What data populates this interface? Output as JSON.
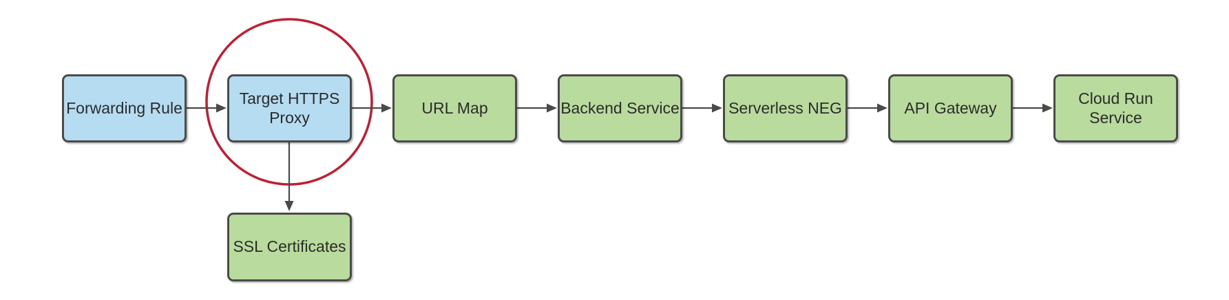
{
  "diagram": {
    "type": "flowchart",
    "nodes": [
      {
        "id": "forwarding-rule",
        "label": "Forwarding Rule",
        "fill": "blue"
      },
      {
        "id": "target-https-proxy",
        "label": "Target HTTPS\nProxy",
        "fill": "blue"
      },
      {
        "id": "url-map",
        "label": "URL Map",
        "fill": "green"
      },
      {
        "id": "backend-service",
        "label": "Backend Service",
        "fill": "green"
      },
      {
        "id": "serverless-neg",
        "label": "Serverless NEG",
        "fill": "green"
      },
      {
        "id": "api-gateway",
        "label": "API Gateway",
        "fill": "green"
      },
      {
        "id": "cloud-run-service",
        "label": "Cloud Run\nService",
        "fill": "green"
      },
      {
        "id": "ssl-certificates",
        "label": "SSL Certificates",
        "fill": "green"
      }
    ],
    "edges": [
      {
        "from": "forwarding-rule",
        "to": "target-https-proxy"
      },
      {
        "from": "target-https-proxy",
        "to": "url-map"
      },
      {
        "from": "url-map",
        "to": "backend-service"
      },
      {
        "from": "backend-service",
        "to": "serverless-neg"
      },
      {
        "from": "serverless-neg",
        "to": "api-gateway"
      },
      {
        "from": "api-gateway",
        "to": "cloud-run-service"
      },
      {
        "from": "target-https-proxy",
        "to": "ssl-certificates"
      }
    ],
    "annotation": {
      "shape": "circle",
      "highlights_node": "target-https-proxy"
    },
    "colors": {
      "blue_fill": "#b6dcf2",
      "green_fill": "#b9dc9e",
      "border_color": "#4a4a4a",
      "arrow_color": "#4a4a4a",
      "text_color": "#2b2b2b",
      "highlight_circle": "#c01e32",
      "background": "#ffffff"
    }
  }
}
